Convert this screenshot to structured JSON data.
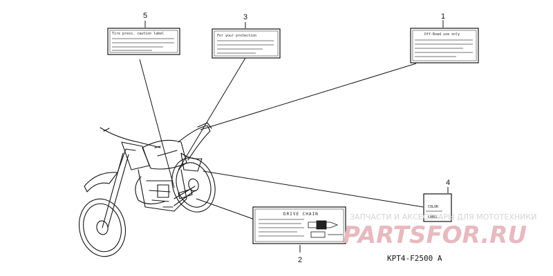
{
  "callouts": [
    "1",
    "2",
    "3",
    "4",
    "5"
  ],
  "labels": {
    "label_1_title": "Off-Road use only",
    "label_2_title": "DRIVE CHAIN",
    "label_3_title": "For your protection",
    "label_4_line1": "COLOR",
    "label_4_line2": "LABEL",
    "label_5_title": "Tire press. caution label"
  },
  "watermark": {
    "subtitle": "ЗАПЧАСТИ И АКСЕССУАРЫ ДЛЯ МОТОТЕХНИКИ",
    "logo": "PARTSFOR.RU"
  },
  "diagram_code": "KPT4-F2500 A"
}
